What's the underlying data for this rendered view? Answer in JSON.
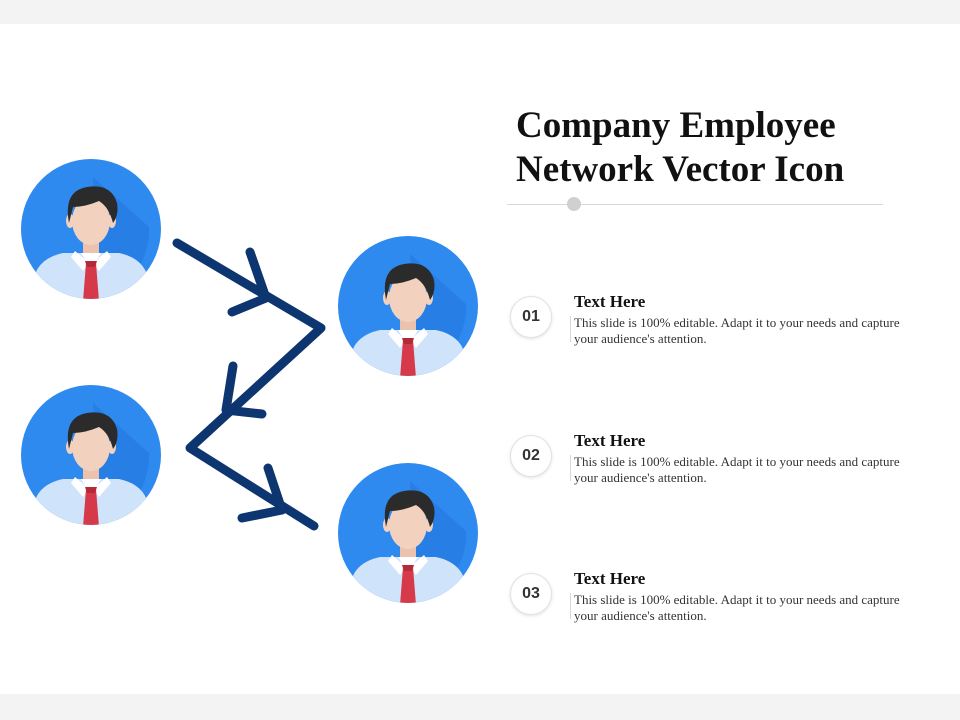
{
  "slide": {
    "title_line1": "Company Employee",
    "title_line2": "Network  Vector Icon"
  },
  "colors": {
    "circle_blue": "#2f8af0",
    "circle_shadow": "#1f6fd6",
    "arrow_navy": "#0d3570",
    "hair": "#2b2b2b",
    "skin": "#f2d2bf",
    "shirt": "#cfe3fa",
    "tie": "#d63a4a"
  },
  "employees": [
    {
      "id": "employee-1",
      "icon": "employee-avatar-icon"
    },
    {
      "id": "employee-2",
      "icon": "employee-avatar-icon"
    },
    {
      "id": "employee-3",
      "icon": "employee-avatar-icon"
    },
    {
      "id": "employee-4",
      "icon": "employee-avatar-icon"
    }
  ],
  "items": [
    {
      "number": "01",
      "title": "Text Here",
      "description": "This slide is 100% editable. Adapt it to your needs and capture your audience's attention."
    },
    {
      "number": "02",
      "title": "Text Here",
      "description": "This slide is 100% editable. Adapt it to your needs and capture your audience's attention."
    },
    {
      "number": "03",
      "title": "Text Here",
      "description": "This slide is 100% editable. Adapt it to your needs and capture your audience's attention."
    }
  ]
}
